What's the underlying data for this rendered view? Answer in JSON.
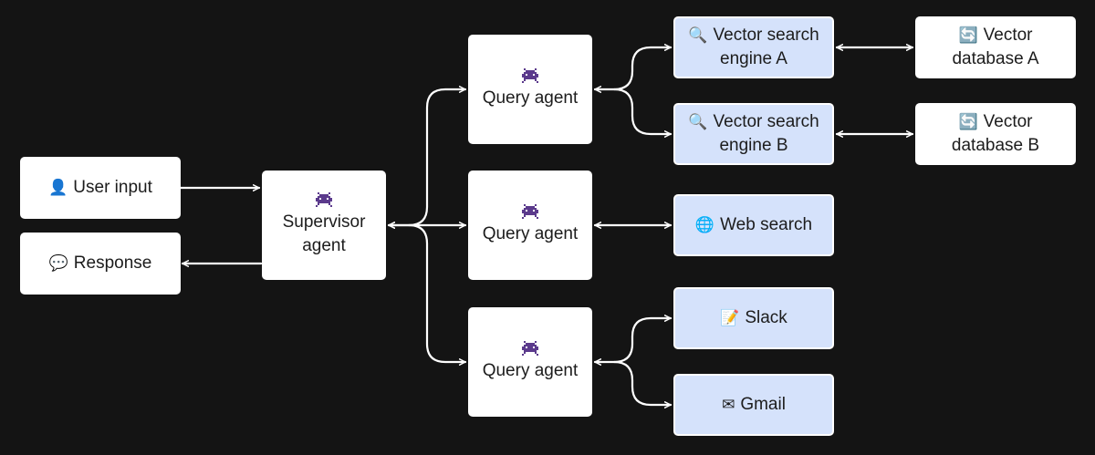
{
  "nodes": {
    "user_input": {
      "icon": "bust-in-silhouette-icon",
      "glyph": "👤",
      "label": "User input"
    },
    "response": {
      "icon": "speech-balloon-icon",
      "glyph": "💬",
      "label": "Response"
    },
    "supervisor": {
      "icon": "robot-icon",
      "line1": "Supervisor",
      "line2": "agent"
    },
    "query_agent_1": {
      "icon": "robot-icon",
      "label": "Query agent"
    },
    "query_agent_2": {
      "icon": "robot-icon",
      "label": "Query agent"
    },
    "query_agent_3": {
      "icon": "robot-icon",
      "label": "Query agent"
    },
    "vector_search_a": {
      "icon": "magnifier-icon",
      "glyph": "🔍",
      "line1": "Vector search",
      "line2": "engine A"
    },
    "vector_search_b": {
      "icon": "magnifier-icon",
      "glyph": "🔍",
      "line1": "Vector search",
      "line2": "engine B"
    },
    "web_search": {
      "icon": "globe-icon",
      "glyph": "🌐",
      "label": "Web search"
    },
    "slack": {
      "icon": "memo-icon",
      "glyph": "📝",
      "label": "Slack"
    },
    "gmail": {
      "icon": "envelope-icon",
      "glyph": "✉",
      "label": "Gmail"
    },
    "vector_db_a": {
      "icon": "refresh-icon",
      "glyph": "🔄",
      "line1": "Vector",
      "line2": "database A"
    },
    "vector_db_b": {
      "icon": "refresh-icon",
      "glyph": "🔄",
      "line1": "Vector",
      "line2": "database B"
    }
  },
  "colors": {
    "background": "#141414",
    "node_white": "#ffffff",
    "node_blue": "#d5e2fb",
    "robot": "#5b3a8c",
    "connector": "#ffffff"
  }
}
